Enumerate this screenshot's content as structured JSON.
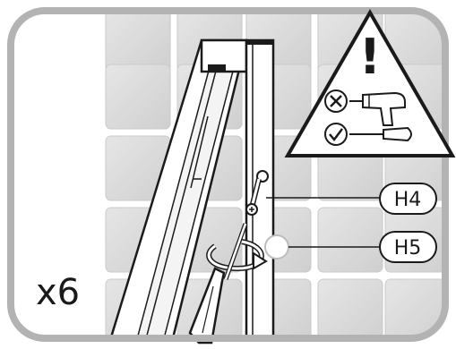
{
  "quantity": "x6",
  "callouts": [
    {
      "id": "H4",
      "label": "H4"
    },
    {
      "id": "H5",
      "label": "H5"
    }
  ],
  "warning": {
    "symbol": "!",
    "prohibited_tool": "drill-icon",
    "required_tool": "screwdriver-icon"
  },
  "colors": {
    "frame": "#b3b3b3",
    "tile": "#d9d9d9",
    "tile_edge": "#c9c9c9",
    "ink": "#1a1a1a",
    "background": "#ffffff"
  }
}
